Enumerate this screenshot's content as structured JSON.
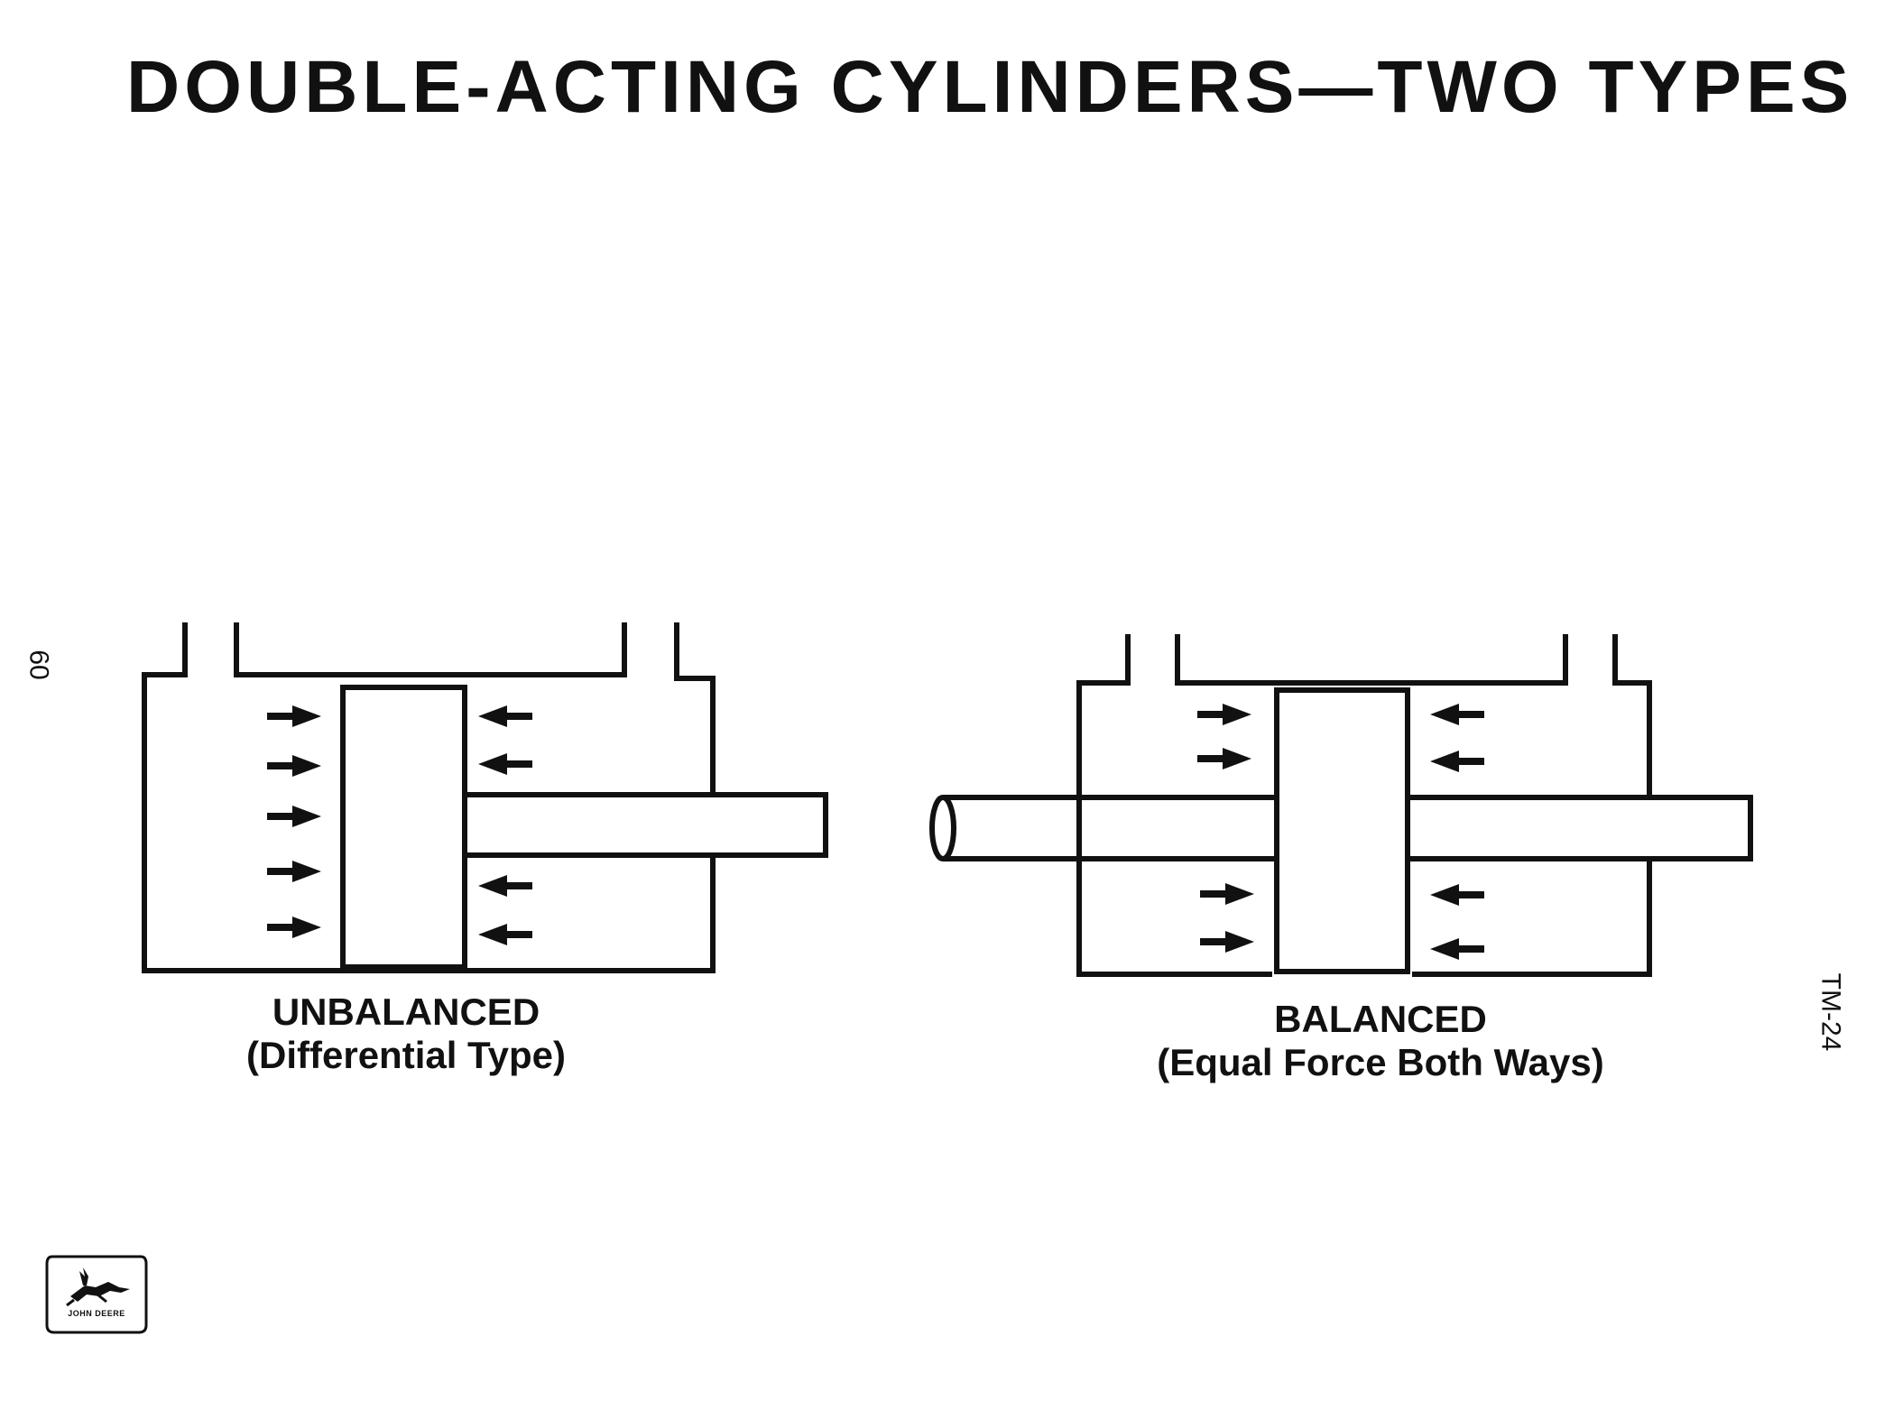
{
  "title": "DOUBLE-ACTING CYLINDERS—TWO TYPES",
  "diagrams": [
    {
      "caption_main": "UNBALANCED",
      "caption_sub": "(Differential Type)"
    },
    {
      "caption_main": "BALANCED",
      "caption_sub": "(Equal Force Both Ways)"
    }
  ],
  "margin_number": "60",
  "figure_code": "TM-24",
  "logo": {
    "text": "JOHN DEERE",
    "icon": "leaping-deer-icon"
  }
}
